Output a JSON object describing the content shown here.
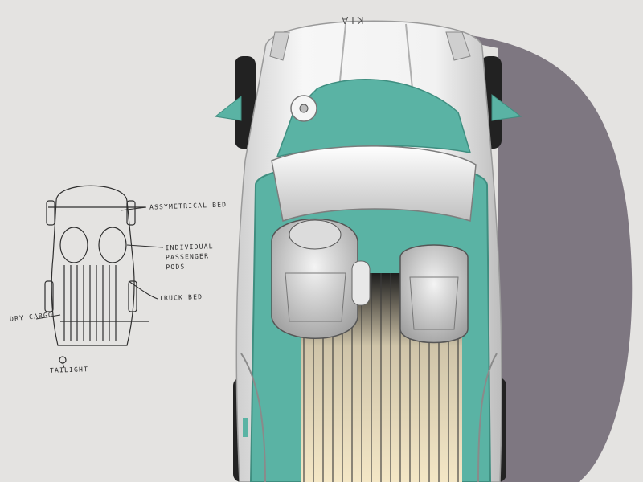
{
  "sketch": {
    "brand_mark": "KIA",
    "annotations": {
      "asymmetrical_bed": "ASSYMETRICAL BED",
      "passenger_pods": "INDIVIDUAL PASSENGER PODS",
      "truck_bed": "TRUCK BED",
      "dry_cargo": "DRY CARGO",
      "taillight": "TAILIGHT"
    }
  },
  "colors": {
    "paper": "#e4e3e1",
    "accent_teal": "#5ab3a4",
    "body_white": "#f3f3f3",
    "shadow": "#6c6470",
    "wood": "#e9dcc0"
  }
}
